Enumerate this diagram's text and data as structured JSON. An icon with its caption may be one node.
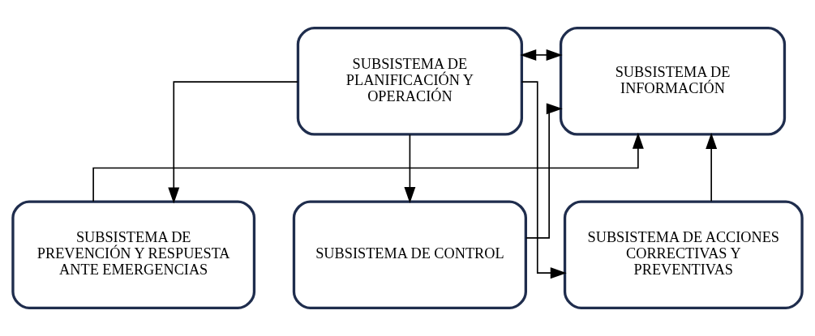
{
  "diagram": {
    "nodes": [
      {
        "text": [
          "SUBSISTEMA DE PLANIFICACIÓN Y OPERACIÓN"
        ]
      },
      {
        "text": [
          "SUBSISTEMA DE INFORMACIÓN"
        ]
      },
      {
        "text": [
          "SUBSISTEMA DE PREVENCIÓN Y RESPUESTA ANTE EMERGENCIAS"
        ]
      },
      {
        "text": [
          "SUBSISTEMA DE CONTROL"
        ]
      },
      {
        "text": [
          "SUBSISTEMA DE ACCIONES CORRECTIVAS Y PREVENTIVAS"
        ]
      }
    ],
    "edges": [
      {
        "from": 0,
        "to": 1,
        "arrow": "both"
      },
      {
        "from": 0,
        "to": 2,
        "arrow": "to"
      },
      {
        "from": 0,
        "to": 3,
        "arrow": "to"
      },
      {
        "from": 0,
        "to": 4,
        "arrow": "to"
      },
      {
        "from": 2,
        "to": 1,
        "arrow": "to"
      },
      {
        "from": 3,
        "to": 1,
        "arrow": "to"
      },
      {
        "from": 4,
        "to": 1,
        "arrow": "to"
      }
    ]
  }
}
